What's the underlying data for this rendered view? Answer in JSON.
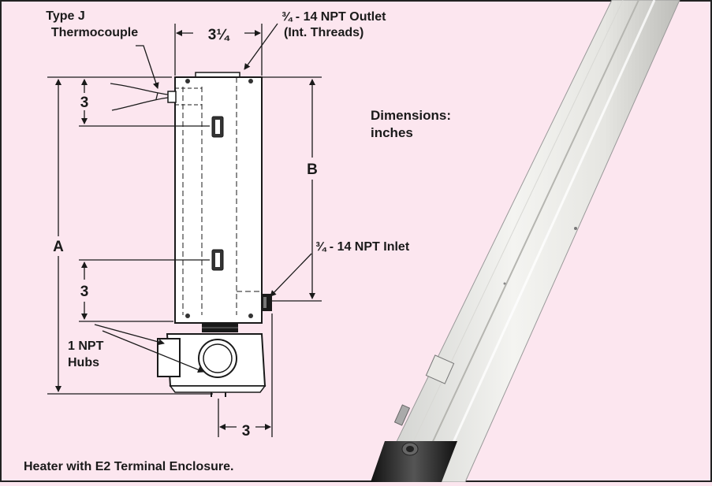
{
  "labels": {
    "thermocouple_line1": "Type J",
    "thermocouple_line2": "Thermocouple",
    "outlet_line1": "¾ - 14 NPT Outlet",
    "outlet_line2": "(Int. Threads)",
    "width_dim": "3¼",
    "top_dim": "3",
    "bottom_dim": "3",
    "dim_a": "A",
    "dim_b": "B",
    "dimensions_line1": "Dimensions:",
    "dimensions_line2": "inches",
    "inlet": "¾ - 14 NPT Inlet",
    "hubs_line1": "1 NPT",
    "hubs_line2": "Hubs",
    "hub_dim": "3",
    "caption": "Heater with E2 Terminal Enclosure."
  },
  "colors": {
    "background": "#fce6ef",
    "ink": "#1a1a1a",
    "housing": "#ffffff",
    "dark_metal": "#2a2a2a"
  }
}
